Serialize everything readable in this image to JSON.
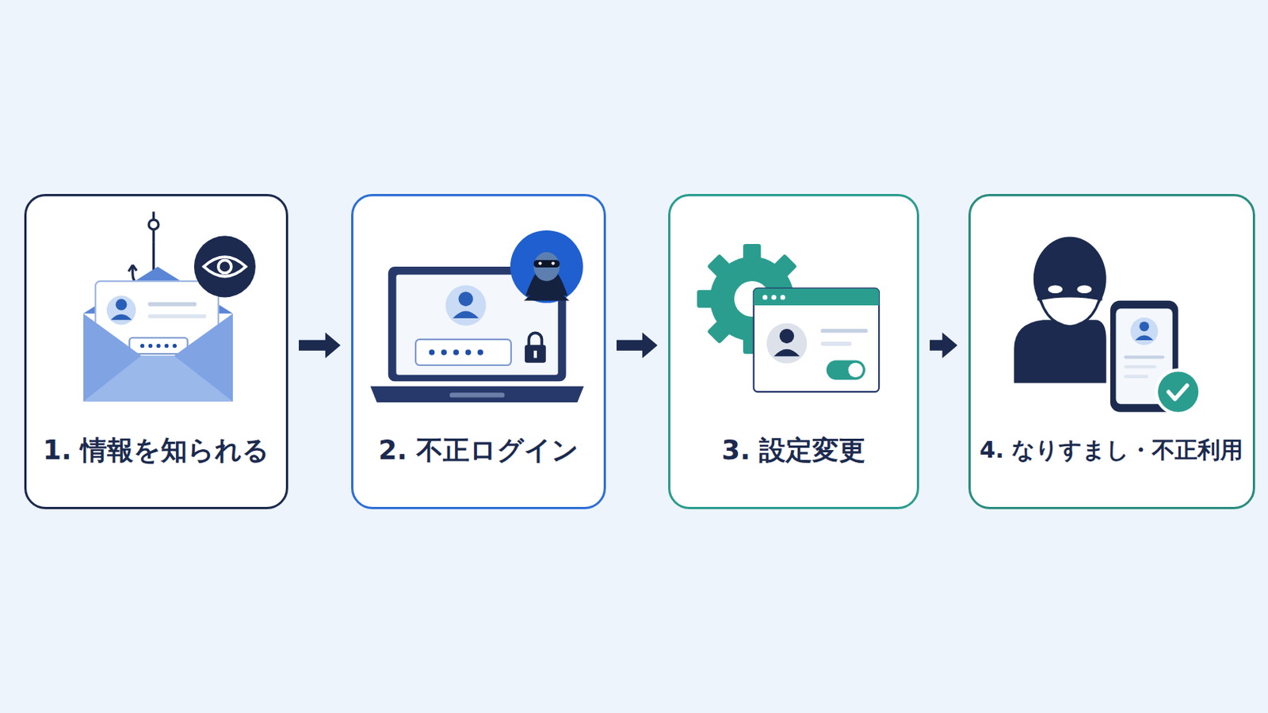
{
  "diagram": {
    "nodes": [
      {
        "text": [
          "1. 情報を知られる"
        ]
      },
      {
        "text": [
          "2. 不正ログイン"
        ]
      },
      {
        "text": [
          "3. 設定変更"
        ]
      },
      {
        "text": [
          "4. なりすまし・不正利用"
        ]
      }
    ],
    "edges": [
      {
        "from": 0,
        "to": 1,
        "arrow": "to"
      },
      {
        "from": 1,
        "to": 2,
        "arrow": "to"
      },
      {
        "from": 2,
        "to": 3,
        "arrow": "to"
      }
    ]
  }
}
